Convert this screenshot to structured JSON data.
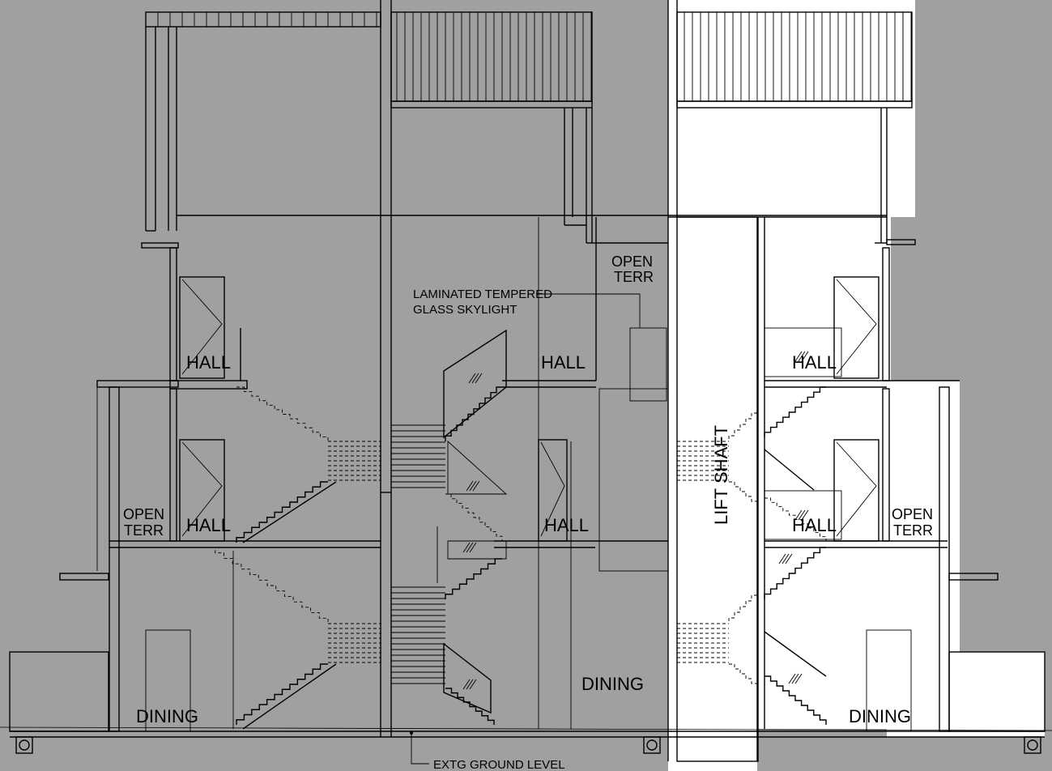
{
  "labels": {
    "hall": "HALL",
    "dining": "DINING",
    "open": "OPEN",
    "terr": "TERR",
    "lift_shaft": "LIFT SHAFT",
    "skylight_line1": "LAMINATED TEMPERED",
    "skylight_line2": "GLASS SKYLIGHT",
    "ground_level": "EXTG GROUND LEVEL"
  },
  "colors": {
    "background": "#a0a0a0",
    "highlight": "#ffffff",
    "line": "#000000"
  }
}
